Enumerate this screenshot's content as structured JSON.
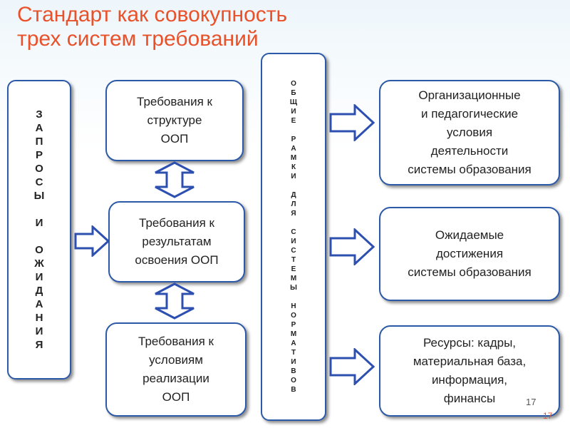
{
  "title_line1": "Стандарт как совокупность",
  "title_line2": "трех систем требований",
  "left_vertical_letters": [
    "З",
    "А",
    "П",
    "Р",
    "О",
    "С",
    "Ы",
    "",
    "И",
    "",
    "О",
    "Ж",
    "И",
    "Д",
    "А",
    "Н",
    "И",
    "Я"
  ],
  "middle_vertical_letters": [
    "О",
    "Б",
    "Щ",
    "И",
    "Е",
    "",
    "Р",
    "А",
    "М",
    "К",
    "И",
    "",
    "Д",
    "Л",
    "Я",
    "",
    "С",
    "И",
    "С",
    "Т",
    "Е",
    "М",
    "Ы",
    "",
    "Н",
    "О",
    "Р",
    "М",
    "А",
    "Т",
    "И",
    "В",
    "О",
    "В"
  ],
  "req_structure": [
    "Требования к",
    "структуре",
    "ООП"
  ],
  "req_results": [
    "Требования к",
    "результатам",
    "освоения ООП"
  ],
  "req_conditions": [
    "Требования к",
    "условиям",
    "реализации",
    "ООП"
  ],
  "out_conditions": [
    "Организационные",
    "и педагогические",
    "условия",
    "деятельности",
    "системы образования"
  ],
  "out_achievements": [
    "Ожидаемые",
    "достижения",
    "системы образования"
  ],
  "out_resources": [
    "Ресурсы: кадры,",
    "материальная база,",
    "информация,",
    "финансы"
  ],
  "slide_number_inner": "17",
  "slide_number_corner": "17",
  "colors": {
    "title": "#e8512a",
    "border": "#2c5aa8",
    "arrow": "#2c4fb0"
  }
}
